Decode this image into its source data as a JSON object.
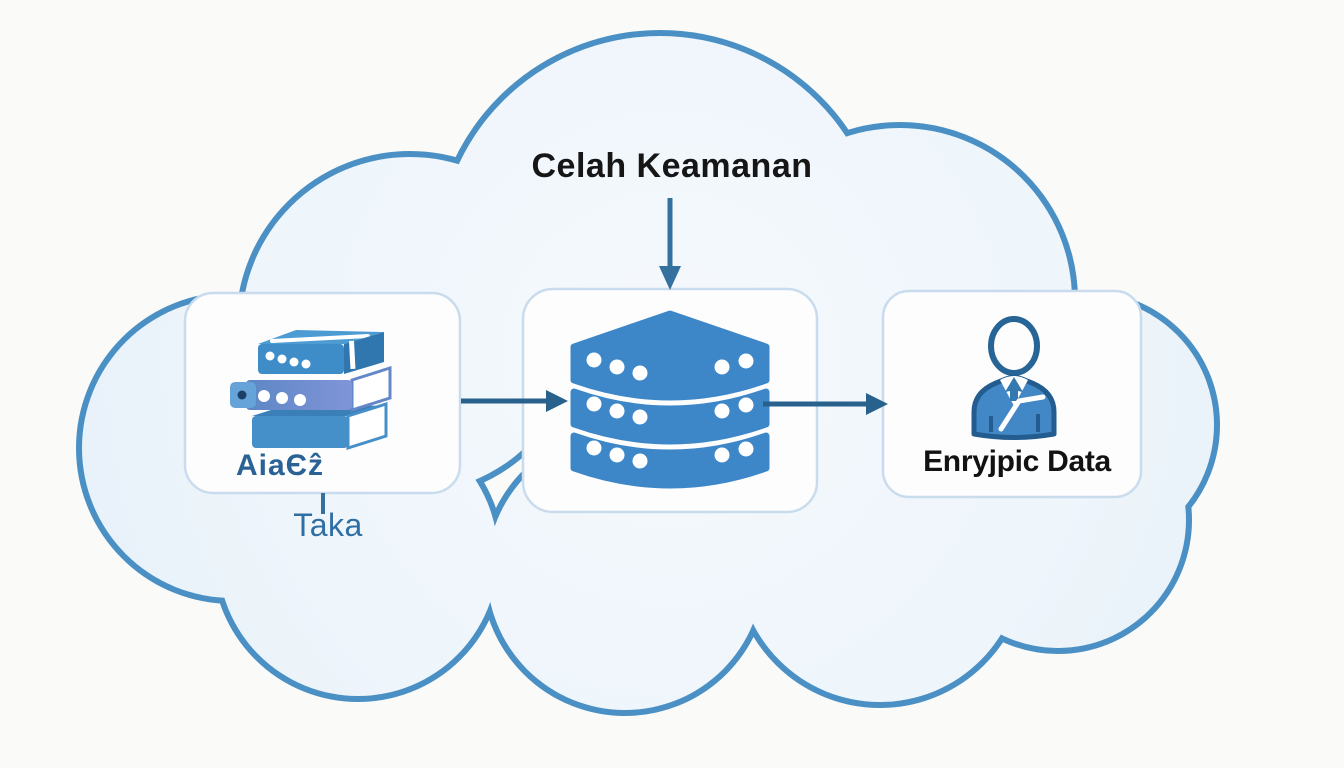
{
  "diagram": {
    "title": "Celah Keamanan",
    "nodes": {
      "storage": {
        "label": "AiaЄẑ",
        "caption": "Taka",
        "icon": "stacked-storage-icon"
      },
      "servers": {
        "icon": "server-stack-icon"
      },
      "user": {
        "label": "Enryjpic Data",
        "icon": "business-person-icon"
      }
    },
    "arrows": [
      "title-to-servers-down-arrow",
      "storage-to-servers-arrow",
      "servers-to-user-arrow",
      "storage-to-caption-connector"
    ],
    "colors": {
      "background": "#fafaf9",
      "cloud_border": "#4a90c4",
      "cloud_fill": "#eef5fb",
      "box_fill": "#fdfdfe",
      "box_border": "#c9dcee",
      "icon_blue": "#3d87c8",
      "icon_slab_violet": "#6d8ed0",
      "arrow_blue": "#27618c",
      "label_blue": "#2f6fa3",
      "title_text": "#161616"
    }
  }
}
